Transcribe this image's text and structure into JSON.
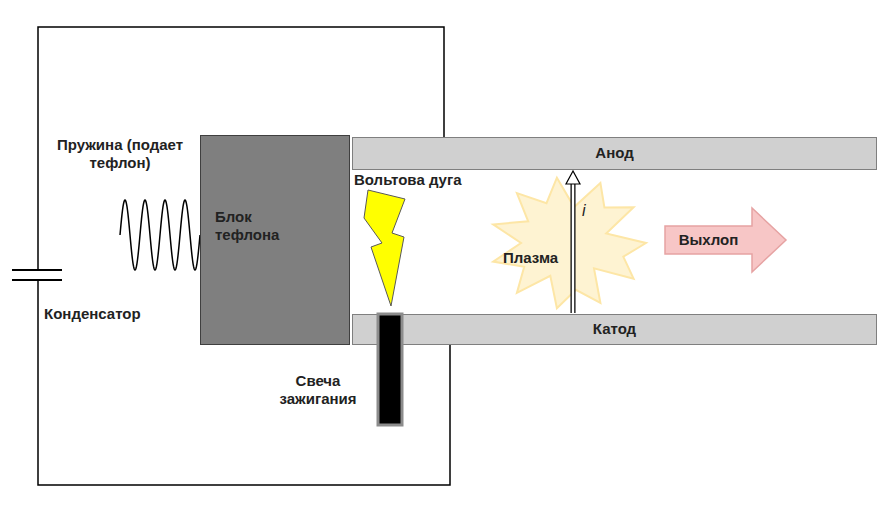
{
  "diagram": {
    "nodes": [
      {
        "text": [
          "Блок тефлона"
        ]
      },
      {
        "text": [
          "Анод"
        ]
      },
      {
        "text": [
          "Катод"
        ]
      },
      {
        "text": [
          "Плазма"
        ]
      },
      {
        "text": [
          "Выхлоп"
        ]
      }
    ],
    "edges": [
      {
        "from": 2,
        "to": 1,
        "arrow": "to",
        "label": "i"
      }
    ],
    "labels": [
      "Пружина (подает тефлон)",
      "Вольтова дуга",
      "Конденсатор",
      "Свеча зажигания"
    ]
  }
}
